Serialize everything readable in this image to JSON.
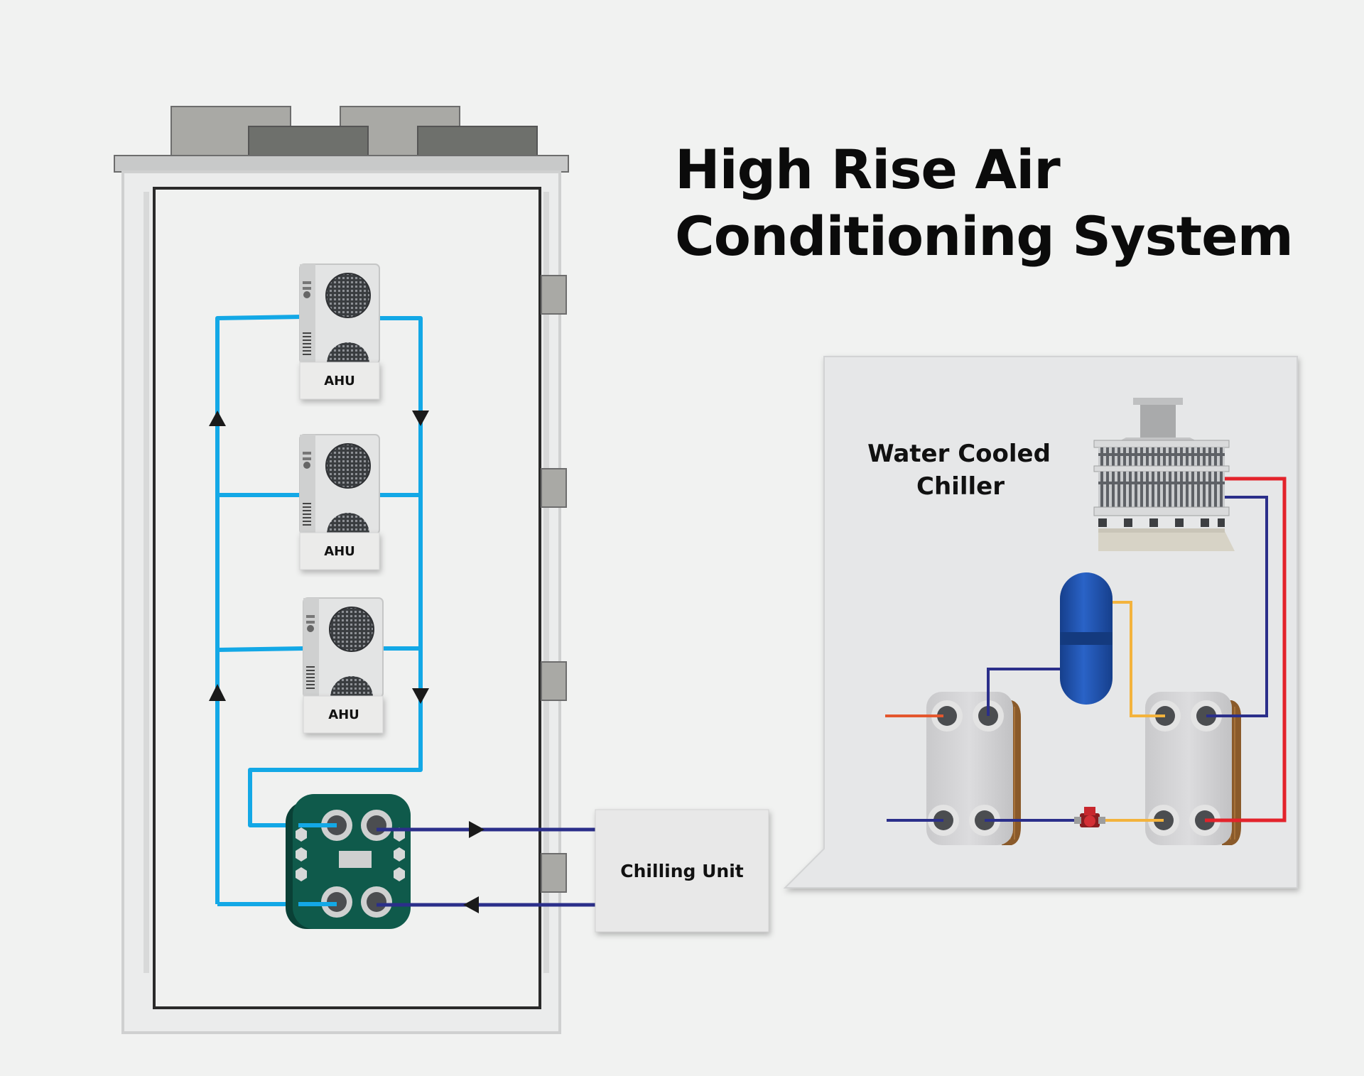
{
  "title": {
    "line1": "High Rise Air",
    "line2": "Conditioning System"
  },
  "ahu_units": [
    {
      "label": "AHU"
    },
    {
      "label": "AHU"
    },
    {
      "label": "AHU"
    }
  ],
  "chilling_unit": {
    "label": "Chilling Unit"
  },
  "chiller": {
    "line1": "Water Cooled",
    "line2": "Chiller"
  },
  "colors": {
    "background": "#f1f2f1",
    "chilled_water_loop": "#13a8e6",
    "chiller_supply_line": "#2b2f8a",
    "hot_line": "#e3232b",
    "warm_line": "#f3b33d",
    "inlet_line": "#e4572e",
    "heat_exchanger": "#0f5a4b",
    "expansion_tank": "#1d57b5"
  },
  "icons": [
    "ahu-unit-icon",
    "heat-exchanger-icon",
    "cooling-tower-icon",
    "expansion-tank-icon",
    "plate-heat-exchanger-icon",
    "pump-icon",
    "flow-arrow-icon"
  ]
}
